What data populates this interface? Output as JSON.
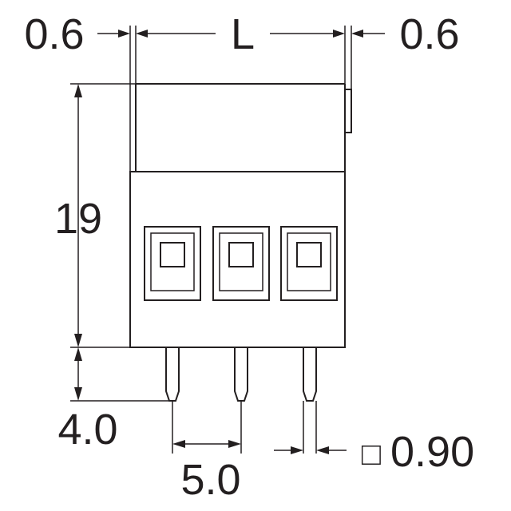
{
  "dimensions": {
    "side_gap_left": "0.6",
    "length": "L",
    "side_gap_right": "0.6",
    "height": "19",
    "pin_length": "4.0",
    "pitch": "5.0",
    "pin_size_symbol": "□",
    "pin_size": "0.90"
  },
  "terminal": {
    "pole_count": 3
  },
  "colors": {
    "line": "#231f20",
    "background": "#ffffff"
  }
}
